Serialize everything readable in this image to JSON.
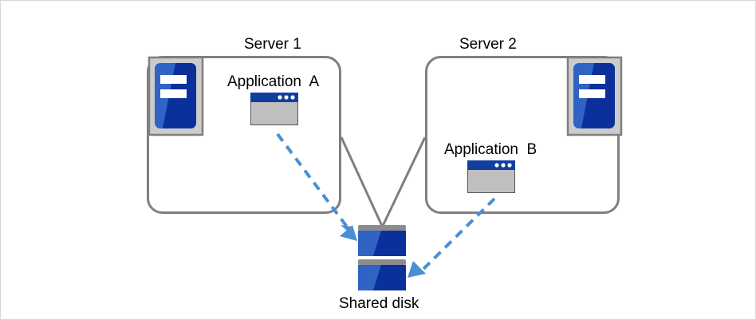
{
  "diagram": {
    "type": "shared-disk-cluster-architecture",
    "colors": {
      "server_box_stroke": "#7f7f7f",
      "connector_line": "#7f7f7f",
      "arrow_blue": "#4a8fd4",
      "icon_blue_light": "#2f63c4",
      "icon_blue_dark": "#0b2f9b",
      "icon_gray_frame": "#cccccc",
      "icon_gray_body": "#bfbfbf",
      "titlebar_blue": "#123e9e",
      "disk_bar_gray": "#8c8c8c",
      "text": "#000000",
      "page_border": "#d6d6d6"
    },
    "nodes": [
      {
        "id": "server1",
        "title": "Server 1",
        "app_label": "Application  A",
        "server_icon_name": "server-icon",
        "app_icon_name": "application-window-icon"
      },
      {
        "id": "server2",
        "title": "Server 2",
        "app_label": "Application  B",
        "server_icon_name": "server-icon",
        "app_icon_name": "application-window-icon"
      }
    ],
    "storage": {
      "id": "shared-disk",
      "label": "Shared disk",
      "icon_name": "disk-stack-icon",
      "block_count": 2
    },
    "connections": [
      {
        "from": "server1",
        "to": "shared-disk",
        "style": "solid",
        "color": "#7f7f7f",
        "arrow": false
      },
      {
        "from": "server2",
        "to": "shared-disk",
        "style": "solid",
        "color": "#7f7f7f",
        "arrow": false
      },
      {
        "from": "application-a",
        "to": "shared-disk",
        "style": "dashed",
        "color": "#4a8fd4",
        "arrow": true
      },
      {
        "from": "application-b",
        "to": "shared-disk",
        "style": "dashed",
        "color": "#4a8fd4",
        "arrow": true
      }
    ]
  }
}
